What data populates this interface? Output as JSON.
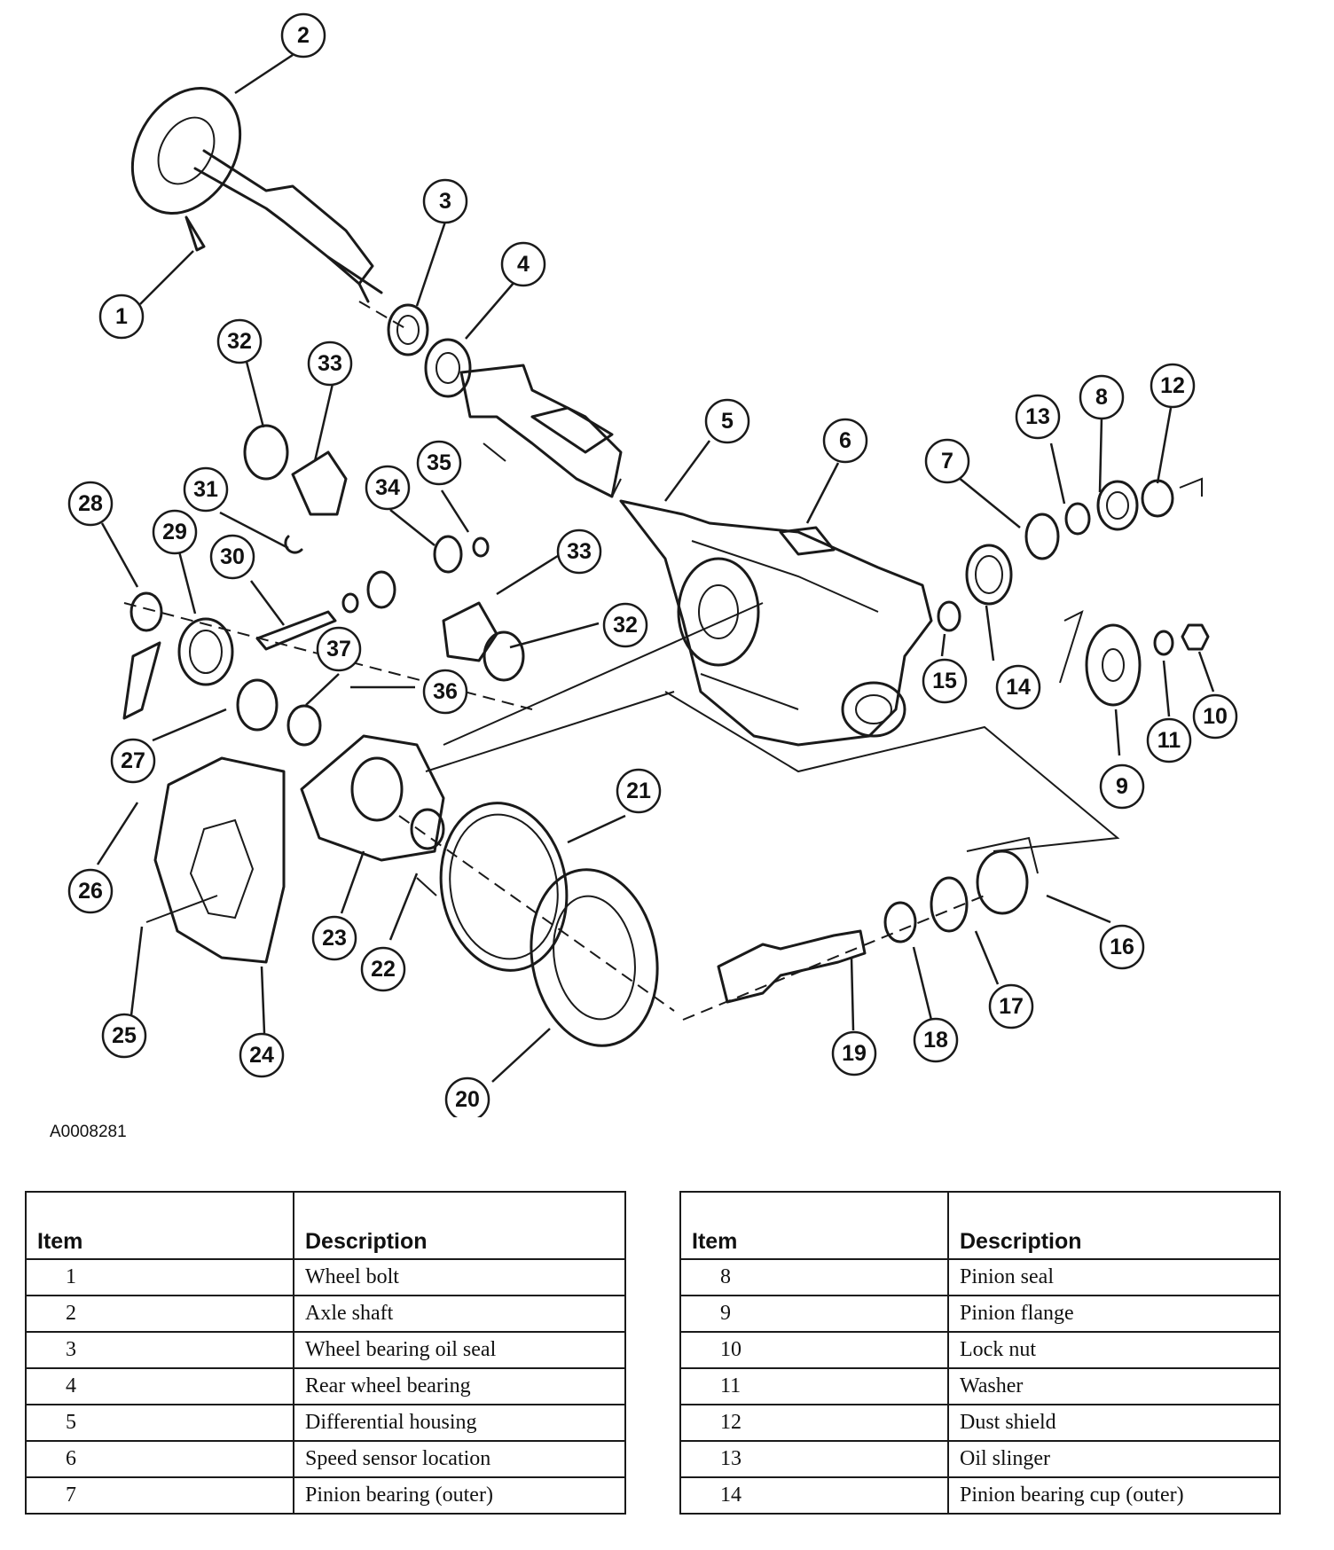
{
  "figure_id": "A0008281",
  "callouts": [
    "1",
    "2",
    "3",
    "4",
    "5",
    "6",
    "7",
    "8",
    "9",
    "10",
    "11",
    "12",
    "13",
    "14",
    "15",
    "16",
    "17",
    "18",
    "19",
    "20",
    "21",
    "22",
    "23",
    "24",
    "25",
    "26",
    "27",
    "28",
    "29",
    "30",
    "31",
    "32",
    "32",
    "33",
    "33",
    "34",
    "35",
    "36",
    "37"
  ],
  "tables": [
    {
      "headers": {
        "item": "Item",
        "description": "Description"
      },
      "rows": [
        {
          "item": "1",
          "description": "Wheel bolt"
        },
        {
          "item": "2",
          "description": "Axle shaft"
        },
        {
          "item": "3",
          "description": "Wheel bearing oil seal"
        },
        {
          "item": "4",
          "description": "Rear wheel bearing"
        },
        {
          "item": "5",
          "description": "Differential housing"
        },
        {
          "item": "6",
          "description": "Speed sensor location"
        },
        {
          "item": "7",
          "description": "Pinion bearing (outer)"
        }
      ]
    },
    {
      "headers": {
        "item": "Item",
        "description": "Description"
      },
      "rows": [
        {
          "item": "8",
          "description": "Pinion seal"
        },
        {
          "item": "9",
          "description": "Pinion flange"
        },
        {
          "item": "10",
          "description": "Lock nut"
        },
        {
          "item": "11",
          "description": "Washer"
        },
        {
          "item": "12",
          "description": "Dust shield"
        },
        {
          "item": "13",
          "description": "Oil slinger"
        },
        {
          "item": "14",
          "description": "Pinion bearing cup (outer)"
        }
      ]
    }
  ]
}
